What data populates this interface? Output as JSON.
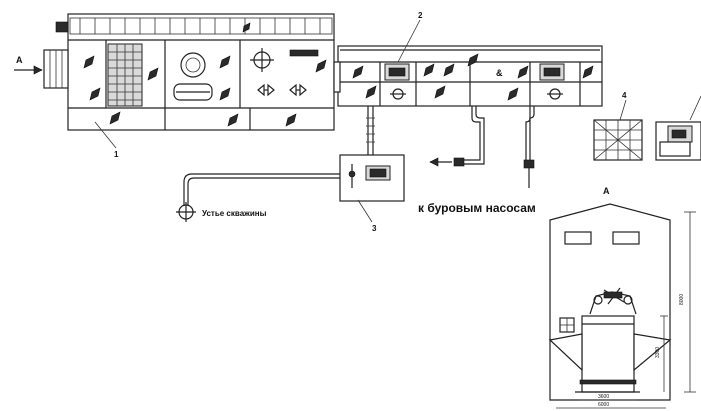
{
  "labels": {
    "callout_1": "1",
    "callout_2": "2",
    "callout_3": "3",
    "callout_4": "4",
    "view_arrow": "A",
    "view_title": "A",
    "wellhead": "Устье скважины",
    "to_pumps": "к буровым насосам"
  },
  "dimensions": {
    "overall_height": "8000",
    "equipment_height": "3300",
    "base_width": "3600",
    "overall_width": "6000"
  }
}
